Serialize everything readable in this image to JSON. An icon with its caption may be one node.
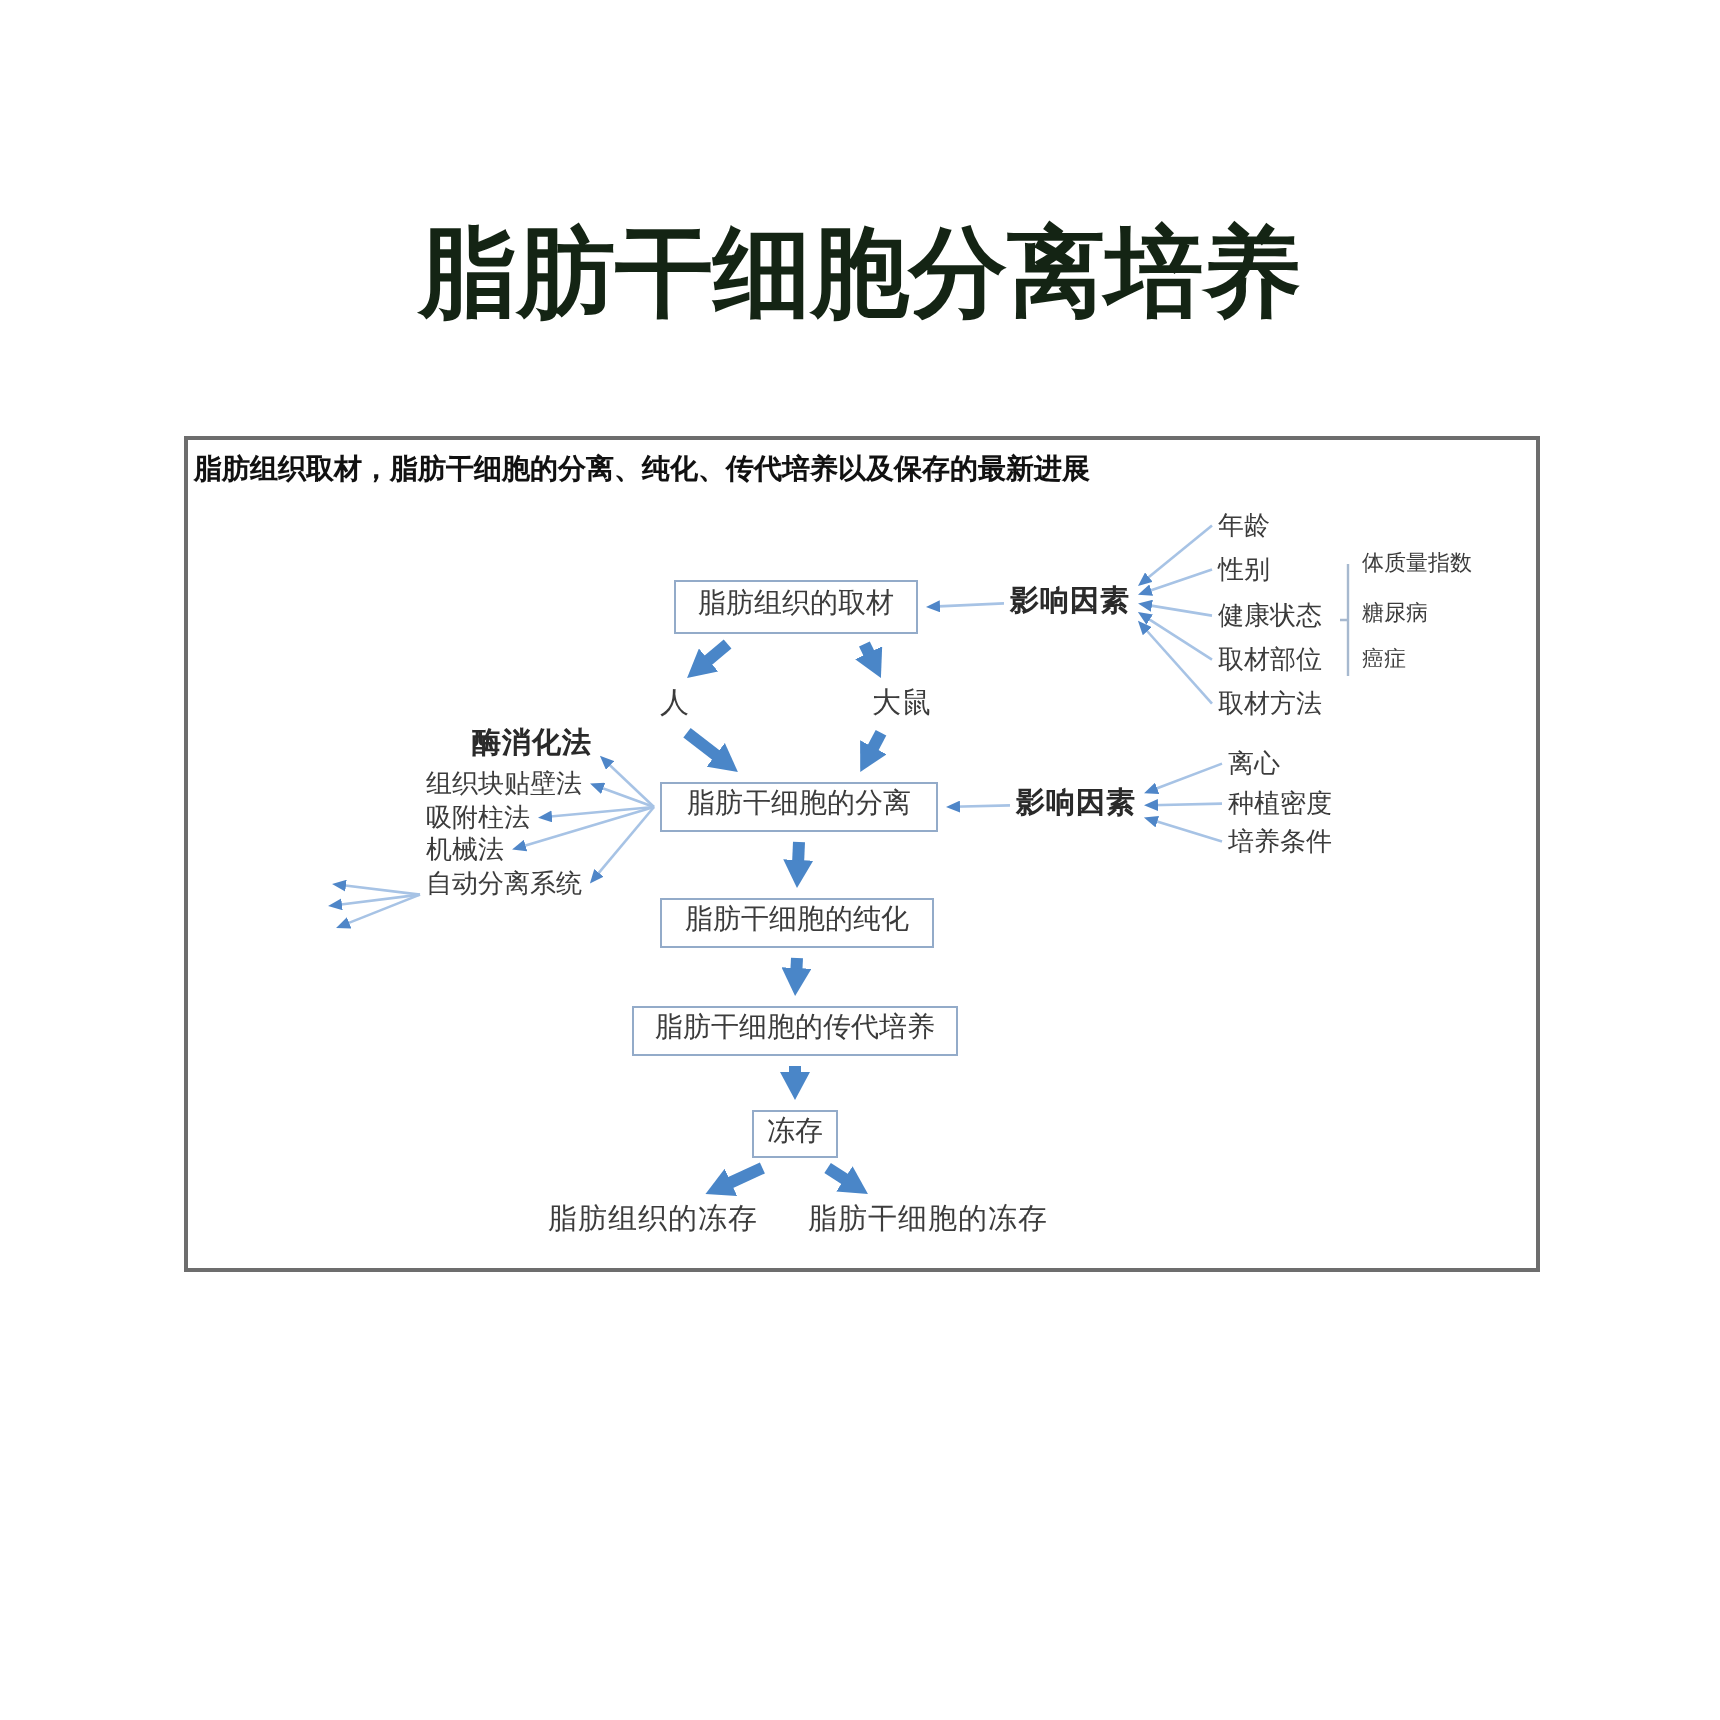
{
  "diagram": {
    "title": "脂肪干细胞分离培养",
    "nodes": [
      {
        "text": [
          "脂肪组织取材，脂肪干细胞的分离、纯化、传代培养以及保存的最新进展"
        ]
      },
      {
        "text": [
          "脂肪组织的取材"
        ],
        "in": 0
      },
      {
        "text": [
          "影响因素"
        ],
        "in": 0
      },
      {
        "text": [
          "年龄"
        ],
        "in": 0
      },
      {
        "text": [
          "性别"
        ],
        "in": 0
      },
      {
        "text": [
          "健康状态"
        ],
        "in": 0
      },
      {
        "text": [
          "取材部位"
        ],
        "in": 0
      },
      {
        "text": [
          "取材方法"
        ],
        "in": 0
      },
      {
        "text": [
          "人"
        ],
        "in": 0
      },
      {
        "text": [
          "大鼠"
        ],
        "in": 0
      },
      {
        "text": [
          "酶消化法"
        ],
        "in": 0
      },
      {
        "text": [
          "脂肪干细胞的分离"
        ],
        "in": 0
      },
      {
        "text": [
          "影响因素"
        ],
        "in": 0
      },
      {
        "text": [
          "离心"
        ],
        "in": 0
      },
      {
        "text": [
          "种植密度"
        ],
        "in": 0
      },
      {
        "text": [
          "培养条件"
        ],
        "in": 0
      },
      {
        "text": [
          "组织块贴壁法"
        ],
        "in": 0
      },
      {
        "text": [
          "吸附柱法"
        ],
        "in": 0
      },
      {
        "text": [
          "机械法"
        ],
        "in": 0
      },
      {
        "text": [
          "自动分离系统"
        ],
        "in": 0
      },
      {
        "text": [
          "脂肪干细胞的纯化"
        ],
        "in": 0
      },
      {
        "text": [
          "脂肪干细胞的传代培养"
        ],
        "in": 0
      },
      {
        "text": [
          "冻存"
        ],
        "in": 0
      },
      {
        "text": [
          "脂肪组织的冻存"
        ],
        "in": 0
      },
      {
        "text": [
          "脂肪干细胞的冻存"
        ],
        "in": 0
      }
    ],
    "edges": [
      {
        "from": 2,
        "to": 1,
        "arrow": "to"
      },
      {
        "from": 3,
        "to": 2,
        "arrow": "to"
      },
      {
        "from": 4,
        "to": 2,
        "arrow": "to"
      },
      {
        "from": 5,
        "to": 2,
        "arrow": "to"
      },
      {
        "from": 6,
        "to": 2,
        "arrow": "to"
      },
      {
        "from": 7,
        "to": 2,
        "arrow": "to"
      },
      {
        "from": 1,
        "to": 8,
        "arrow": "to",
        "style": "thick",
        "color": "#4a86c8"
      },
      {
        "from": 1,
        "to": 9,
        "arrow": "to",
        "style": "thick",
        "color": "#4a86c8"
      },
      {
        "from": 8,
        "to": 11,
        "arrow": "to",
        "style": "thick",
        "color": "#4a86c8"
      },
      {
        "from": 9,
        "to": 11,
        "arrow": "to",
        "style": "thick",
        "color": "#4a86c8"
      },
      {
        "from": 12,
        "to": 11,
        "arrow": "to"
      },
      {
        "from": 13,
        "to": 12,
        "arrow": "to"
      },
      {
        "from": 14,
        "to": 12,
        "arrow": "to"
      },
      {
        "from": 15,
        "to": 12,
        "arrow": "to"
      },
      {
        "from": 11,
        "to": 10,
        "arrow": "to"
      },
      {
        "from": 11,
        "to": 16,
        "arrow": "to"
      },
      {
        "from": 11,
        "to": 17,
        "arrow": "to"
      },
      {
        "from": 11,
        "to": 18,
        "arrow": "to"
      },
      {
        "from": 11,
        "to": 19,
        "arrow": "to"
      },
      {
        "from": 19,
        "to": null,
        "arrow": "to"
      },
      {
        "from": 19,
        "to": null,
        "arrow": "to"
      },
      {
        "from": 19,
        "to": null,
        "arrow": "to"
      },
      {
        "from": 11,
        "to": 20,
        "arrow": "to",
        "style": "thick",
        "color": "#4a86c8"
      },
      {
        "from": 20,
        "to": 21,
        "arrow": "to",
        "style": "thick",
        "color": "#4a86c8"
      },
      {
        "from": 21,
        "to": 22,
        "arrow": "to",
        "style": "thick",
        "color": "#4a86c8"
      },
      {
        "from": 22,
        "to": 23,
        "arrow": "to",
        "style": "thick",
        "color": "#4a86c8"
      },
      {
        "from": 22,
        "to": 24,
        "arrow": "to",
        "style": "thick",
        "color": "#4a86c8"
      }
    ],
    "labels": [
      "体质量指数",
      "糖尿病",
      "癌症"
    ]
  }
}
